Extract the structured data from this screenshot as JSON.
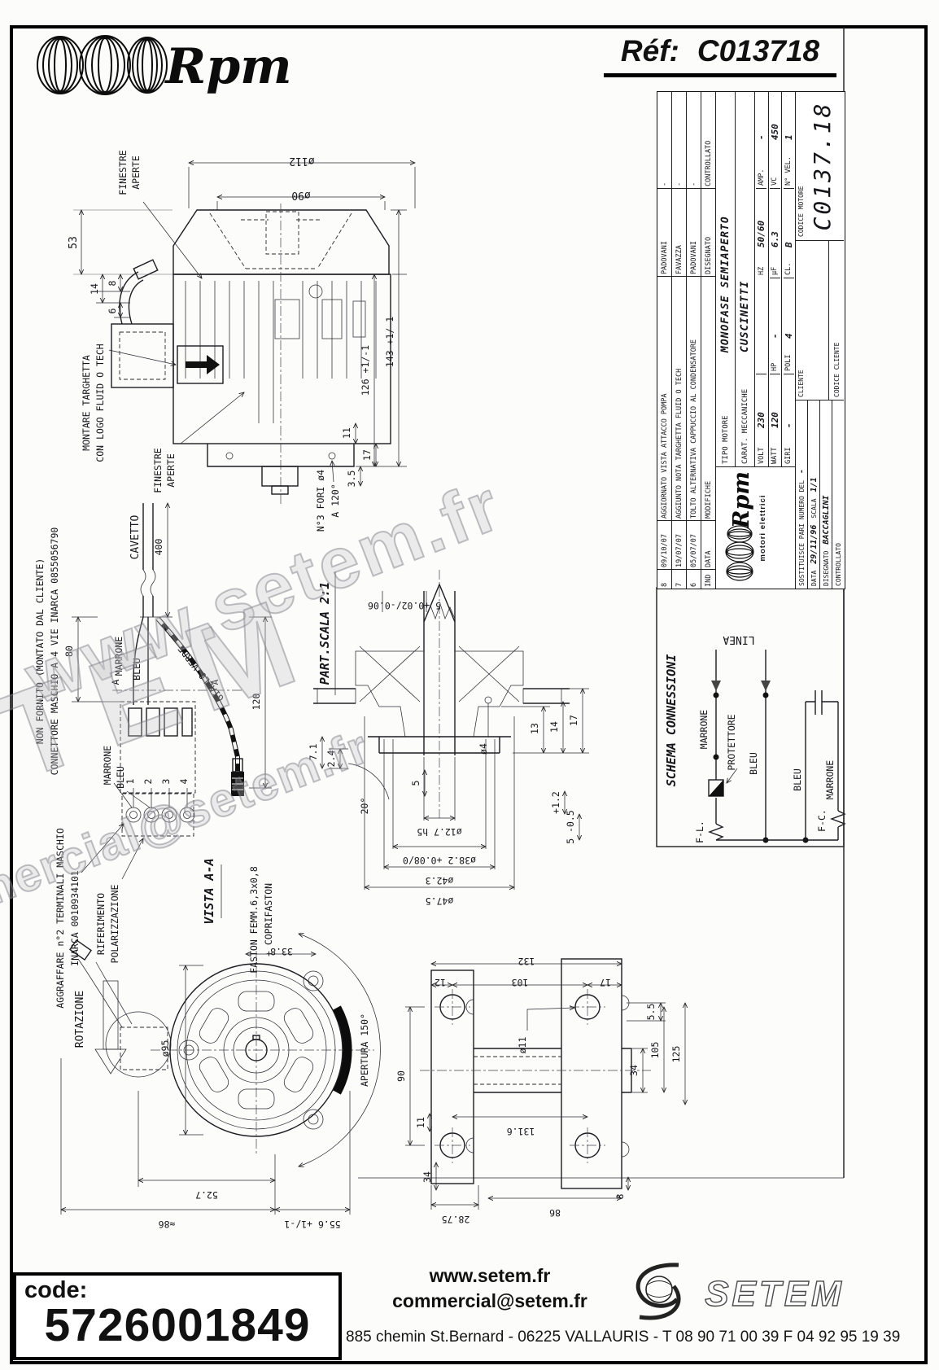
{
  "header": {
    "brand": "Rpm",
    "ref_label": "Réf:",
    "ref_value": "C013718"
  },
  "watermarks": {
    "w1": "www.setem.fr",
    "w2": "SETEM",
    "w3": "commercial@setem.fr"
  },
  "title_block": {
    "revisions": [
      {
        "ind": "8",
        "date": "09/10/07",
        "desc": "AGGIORNATO VISTA ATTACCO POMPA",
        "by": "PADOVANI",
        "chk": "-"
      },
      {
        "ind": "7",
        "date": "19/07/07",
        "desc": "AGGIUNTO NOTA TARGHETTA FLUID O TECH",
        "by": "FAVAZZA",
        "chk": "-"
      },
      {
        "ind": "6",
        "date": "05/07/07",
        "desc": "TOLTO ALTERNATIVA CAPPUCCIO AL CONDENSATORE",
        "by": "PADOVANI",
        "chk": "-"
      }
    ],
    "rev_headers": {
      "ind": "IND",
      "date": "DATA",
      "desc": "MODIFICHE",
      "by": "DISEGNATO",
      "chk": "CONTROLLATO"
    },
    "logo": {
      "brand": "Rpm",
      "sub": "motori elettrici"
    },
    "fields": {
      "tipo_label": "TIPO MOTORE",
      "tipo": "MONOFASE SEMIAPERTO",
      "carat_label": "CARAT. MECCANICHE",
      "carat": "CUSCINETTI",
      "volt_label": "VOLT",
      "volt": "230",
      "hz_label": "HZ",
      "hz": "50/60",
      "amp_label": "AMP.",
      "amp": "-",
      "watt_label": "WATT",
      "watt": "120",
      "hp_label": "HP",
      "hp": "-",
      "uf_label": "µF",
      "uf": "6.3",
      "vc_label": "VC",
      "vc": "450",
      "giri_label": "GIRI",
      "giri": "-",
      "poli_label": "POLI",
      "poli": "4",
      "cl_label": "CL.",
      "cl": "B",
      "nvel_label": "N° VEL.",
      "nvel": "1",
      "sost_label": "SOSTITUISCE PARI NUMERO DEL",
      "sost": "-",
      "data_label": "DATA",
      "data": "29/11/96",
      "scala_label": "SCALA",
      "scala": "1/1",
      "dis_label": "DISEGNATO",
      "dis": "BACCAGLINI",
      "ctrl_label": "CONTROLLATO",
      "cliente_label": "CLIENTE",
      "cm_label": "CODICE MOTORE",
      "cm": "C0137.18",
      "cc_label": "CODICE CLIENTE"
    }
  },
  "schema": {
    "title": "SCHEMA CONNESSIONI",
    "linea": "LINEA",
    "marrone": "MARRONE",
    "protettore": "PROTETTORE",
    "bleu": "BLEU",
    "bleu2": "BLEU",
    "marrone2": "MARRONE",
    "fl": "F-L.",
    "fc": "F-C."
  },
  "drawing": {
    "top_view": {
      "finestre": "FINESTRE",
      "aperte": "APERTE",
      "d112": "ø112",
      "d90": "ø90",
      "h53": "53",
      "h14": "14",
      "h8": "8",
      "h6": "6",
      "l126": "126 +1/-1",
      "l143": "143 +1/-1",
      "d11": "11",
      "d17": "17",
      "d35": "3.5",
      "fori1": "N°3 FORI ø4",
      "fori2": "A 120°",
      "targa1": "MONTARE TARGHETTA",
      "targa2": "CON LOGO FLUID O TECH"
    },
    "cable": {
      "cavetto": "CAVETTO",
      "l400": "400",
      "l80": "80",
      "l120": "120",
      "conn1": "CONNETTORE MASCHIO A 4 VIE INARCA 0855056790",
      "conn2": "NON FORNITO (MONTATO DAL CLIENTE)",
      "marrone": "MARRONE",
      "bleu": "BLEU",
      "gv": "GIALLO-VERDE",
      "secA": "A",
      "agg1": "AGGRAFFARE n°2 TERMINALI MASCHIO",
      "agg2": "INARCA 0010934101",
      "rif1": "RIFERIMENTO",
      "rif2": "POLARIZZAZIONE",
      "vista": "VISTA A-A",
      "p1": "1",
      "p2": "2",
      "p3": "3",
      "p4": "4",
      "mar2": "MARRONE",
      "bleu2": "BLEU",
      "faston1": "FASTON FEMM.6,3x0,8",
      "faston2": "+ COPRIFASTON"
    },
    "detail": {
      "title": "PART.SCALA 2:1",
      "tol5": "5 +0.02/-0.06",
      "d127": "ø12.7 h5",
      "d382": "ø38.2 +0.08/0",
      "d423": "ø42.3",
      "d475": "ø47.5",
      "l24": "2.4",
      "l71": "7.1",
      "a20": "20°",
      "l5": "5",
      "d4": "ø4",
      "l13": "13",
      "l14": "14",
      "l17": "17",
      "l12p": "+1.2",
      "l505": "5 -0.5"
    },
    "front": {
      "rot": "ROTAZIONE",
      "d95": "ø95",
      "l527": "52.7",
      "l86": "≈86",
      "l556": "55.6 +1/-1",
      "l338": "33.8",
      "apertura": "APERTURA 150°"
    },
    "bracket": {
      "l132": "132",
      "l103": "103",
      "l12": "12",
      "l17": "17",
      "d11h": "ø11",
      "l55": "5.5",
      "l90": "90",
      "l34": "34",
      "l105": "105",
      "l125": "125",
      "l11": "11",
      "l1316": "131.6",
      "l34b": "34",
      "l2875": "28.75",
      "l86": "86",
      "l8": "8"
    }
  },
  "footer": {
    "code_label": "code:",
    "code": "5726001849",
    "web": "www.setem.fr",
    "email": "commercial@setem.fr",
    "brand": "SETEM",
    "address": "885 chemin St.Bernard  -  06225 VALLAURIS  -  T 08 90 71 00 39   F 04 92 95 19 39"
  }
}
